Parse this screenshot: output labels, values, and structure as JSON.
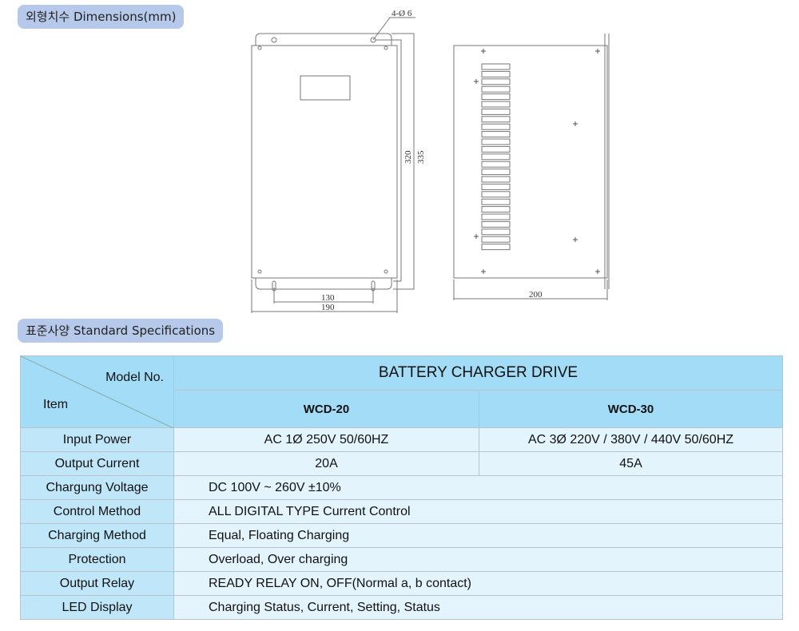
{
  "dimensions": {
    "label": "외형치수 Dimensions(mm)",
    "hole_label": "4-Ø 6",
    "dim_320": "320",
    "dim_335": "335",
    "dim_130": "130",
    "dim_190": "190",
    "dim_200": "200"
  },
  "specs": {
    "label": "표준사양 Standard Specifications",
    "corner_model": "Model No.",
    "corner_item": "Item",
    "product": "BATTERY CHARGER DRIVE",
    "models": [
      "WCD-20",
      "WCD-30"
    ],
    "rows": [
      {
        "item": "Input Power",
        "values": [
          "AC 1Ø 250V 50/60HZ",
          "AC 3Ø 220V / 380V / 440V 50/60HZ"
        ]
      },
      {
        "item": "Output Current",
        "values": [
          "20A",
          "45A"
        ]
      },
      {
        "item": "Chargung Voltage",
        "value": "DC 100V ~ 260V ±10%"
      },
      {
        "item": "Control Method",
        "value": "ALL DIGITAL TYPE Current Control"
      },
      {
        "item": "Charging Method",
        "value": "Equal, Floating Charging"
      },
      {
        "item": "Protection",
        "value": "Overload, Over charging"
      },
      {
        "item": "Output Relay",
        "value": "READY RELAY ON, OFF(Normal a, b contact)"
      },
      {
        "item": "LED Display",
        "value": "Charging Status, Current, Setting, Status"
      }
    ]
  }
}
